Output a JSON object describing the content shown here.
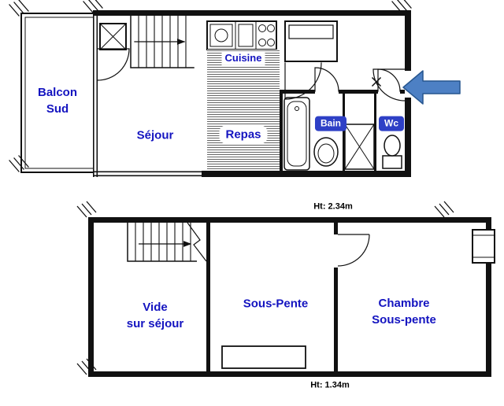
{
  "colors": {
    "label_blue": "#1414c0",
    "pill_bg": "#2e40c6",
    "pill_text": "#ffffff",
    "line_black": "#111111",
    "arrow_fill": "#4d80c4",
    "arrow_stroke": "#27568f"
  },
  "upper_floor": {
    "balcony_label": "Balcon\nSud",
    "living_label": "Séjour",
    "kitchen_label": "Cuisine",
    "dining_label": "Repas",
    "bath_label": "Bain",
    "wc_label": "Wc"
  },
  "lower_floor": {
    "height_note_top": "Ht: 2.34m",
    "void_label": "Vide\nsur séjour",
    "under_slope_label": "Sous-Pente",
    "bedroom_label": "Chambre\nSous-pente",
    "height_note_bottom": "Ht: 1.34m"
  }
}
